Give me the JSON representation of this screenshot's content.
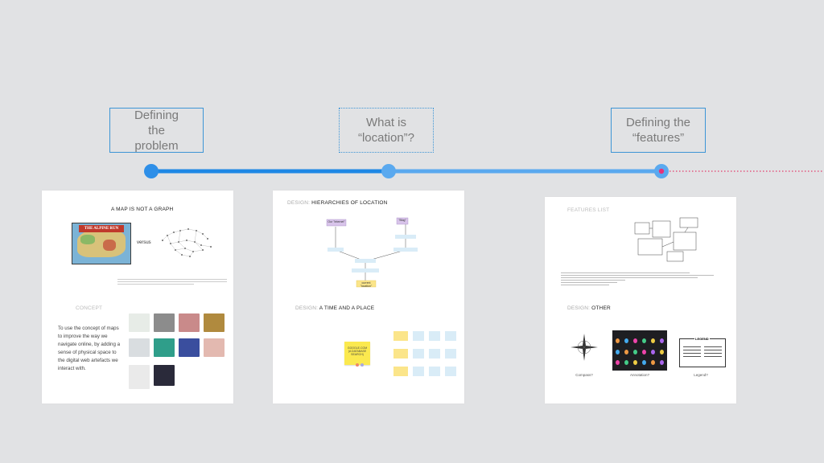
{
  "timeline": {
    "milestones": [
      {
        "label": "Defining the problem"
      },
      {
        "label": "What is “location”?"
      },
      {
        "label": "Defining the “features”"
      }
    ],
    "colors": {
      "line": "#1e88e5",
      "line_light": "#5aa9ef",
      "dot": "#2e8fe8",
      "active": "#e8327a",
      "dotted": "#e23b6a"
    }
  },
  "panel1": {
    "title": "A MAP IS NOT A GRAPH",
    "map_label": "THE ALPINE RUN",
    "versus": "versus",
    "concept_label": "CONCEPT",
    "concept_body": "To use the concept of maps to improve the way we navigate online, by adding a sense of physical space to the digital web artefacts we interact with."
  },
  "panel2": {
    "title_prefix": "DESIGN:",
    "title": "HIERARCHIES OF LOCATION",
    "nodes": {
      "top_left": "Our \"Internet\"",
      "top_right": "\"Blog\"",
      "bottom": "current \"location\""
    },
    "section2_prefix": "DESIGN:",
    "section2_title": "A TIME AND A PLACE",
    "sticky": "GOOGLE.COM (A DATABASE SEARCH)"
  },
  "panel3": {
    "title": "FEATURES LIST",
    "other_prefix": "DESIGN:",
    "other_title": "OTHER",
    "captions": [
      "Compass?",
      "Annotation?",
      "Legend?"
    ],
    "legend_title": "LEGEND"
  }
}
